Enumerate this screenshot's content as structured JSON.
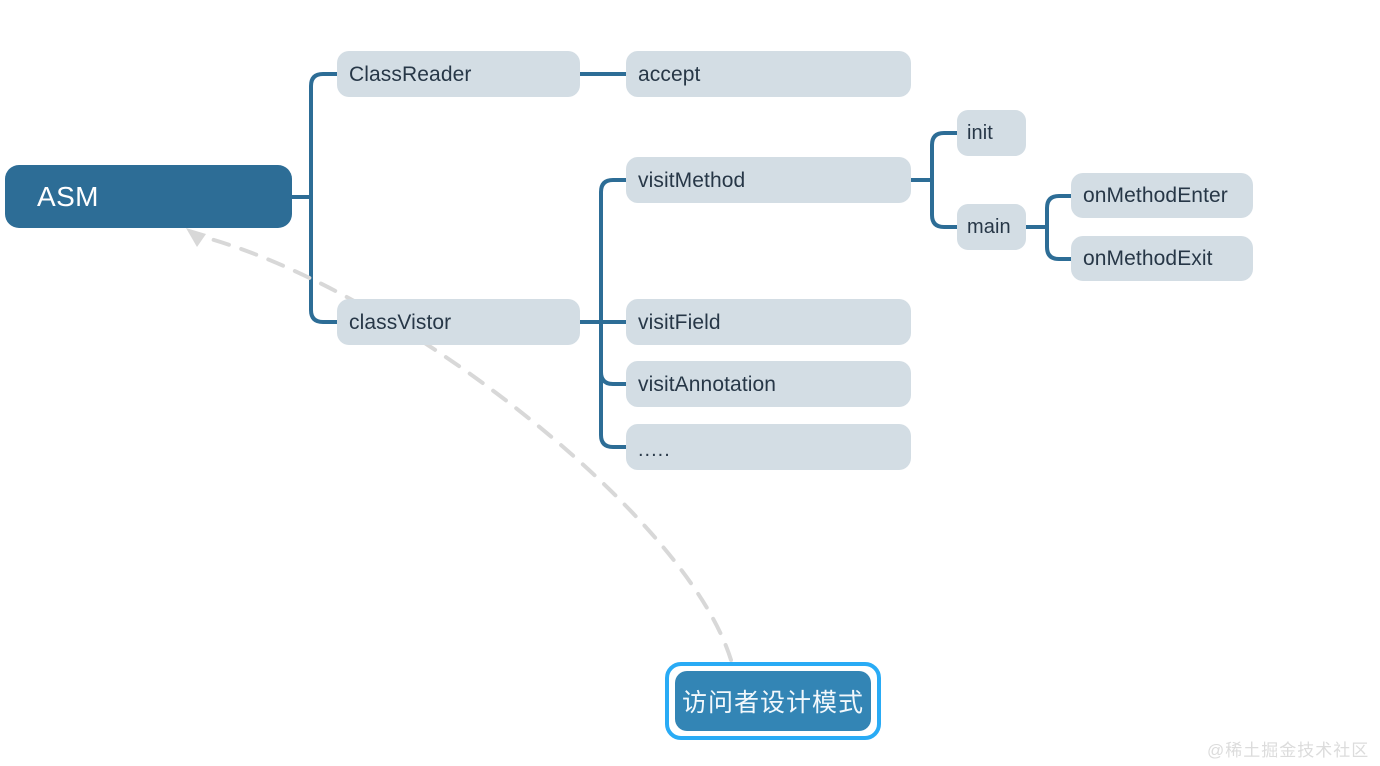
{
  "diagram": {
    "type": "mind-map",
    "title_node": "ASM",
    "background": "#ffffff",
    "root_color": "#2d6d96",
    "node_color": "#d3dde4",
    "connector_color": "#2d6d96",
    "highlight_border_color": "#29abf5",
    "highlight_fill_color": "#3385b5",
    "annotation_arrow_color": "#d8d8d8"
  },
  "nodes": {
    "root": {
      "label": "ASM"
    },
    "level1": [
      {
        "label": "ClassReader"
      },
      {
        "label": "classVistor"
      }
    ],
    "class_reader_children": [
      {
        "label": "accept"
      }
    ],
    "class_visitor_children": [
      {
        "label": "visitMethod"
      },
      {
        "label": "visitField"
      },
      {
        "label": "visitAnnotation"
      },
      {
        "label": "....."
      }
    ],
    "visit_method_children": [
      {
        "label": "init"
      },
      {
        "label": "main"
      }
    ],
    "main_children": [
      {
        "label": "onMethodEnter"
      },
      {
        "label": "onMethodExit"
      }
    ]
  },
  "annotation": {
    "callout_label": "访问者设计模式",
    "points_to": "ASM"
  },
  "watermark": {
    "text": "@稀土掘金技术社区"
  }
}
